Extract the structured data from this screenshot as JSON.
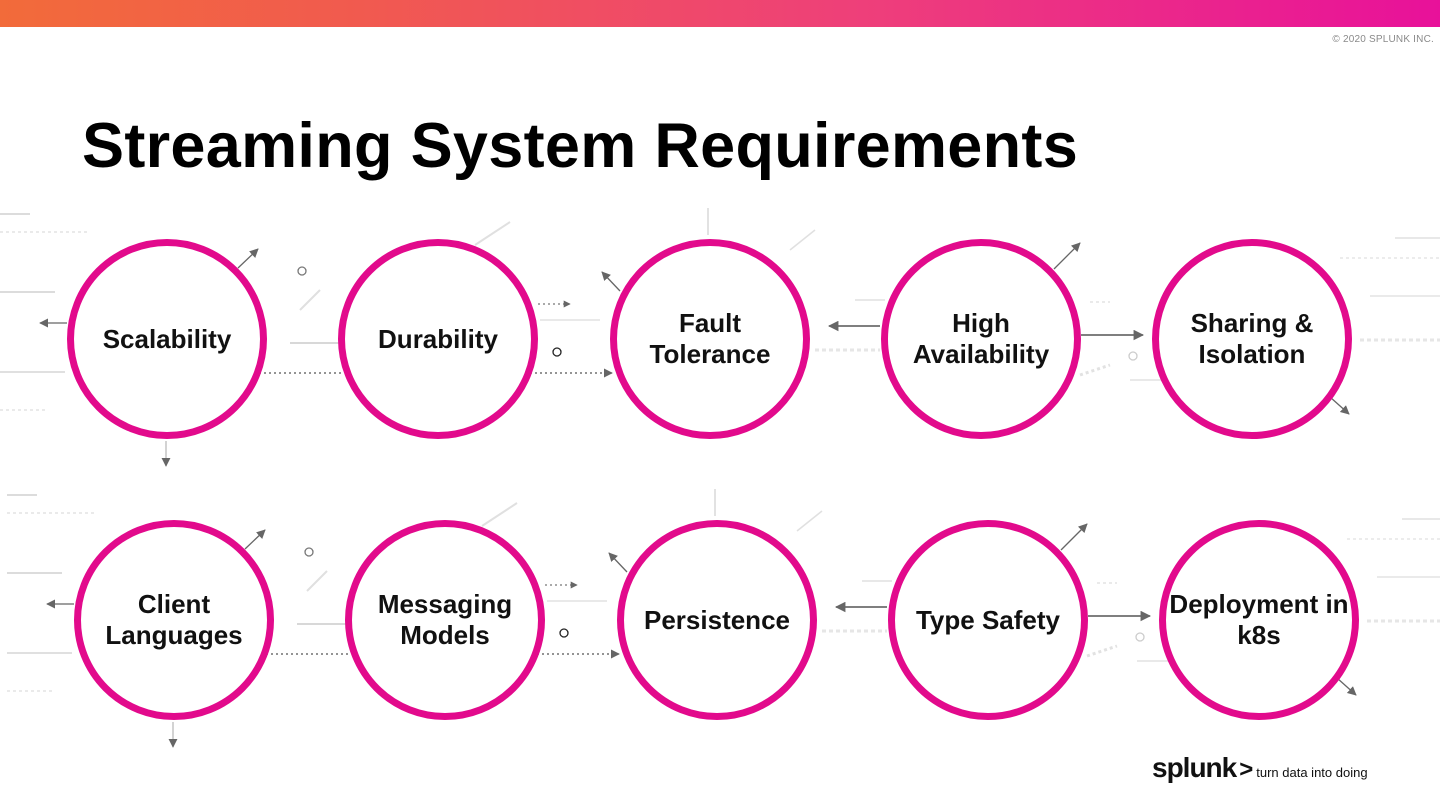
{
  "header": {
    "copyright": "© 2020 SPLUNK INC."
  },
  "slide": {
    "title": "Streaming System Requirements"
  },
  "requirements": {
    "row1": [
      "Scalability",
      "Durability",
      "Fault\nTolerance",
      "High\nAvailability",
      "Sharing &\nIsolation"
    ],
    "row2": [
      "Client\nLanguages",
      "Messaging\nModels",
      "Persistence",
      "Type Safety",
      "Deployment in\nk8s"
    ]
  },
  "footer": {
    "logo_word": "splunk",
    "logo_chevron": ">",
    "tagline": "turn data into doing"
  },
  "colors": {
    "accent": "#e20a8c",
    "gradient_start": "#f26b3a",
    "gradient_end": "#e8119a"
  }
}
